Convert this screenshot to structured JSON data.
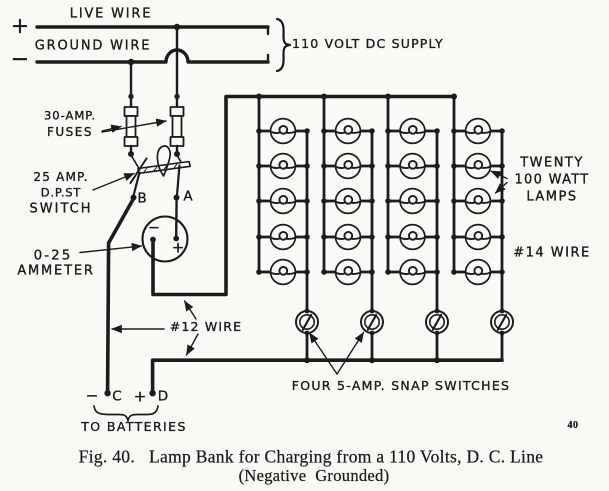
{
  "colors": {
    "ink": "#1c1c1c",
    "paper": "#fbfaf6"
  },
  "supply": {
    "live_wire_label": "LIVE WIRE",
    "ground_wire_label": "GROUND WIRE",
    "live_polarity": "+",
    "ground_polarity": "−",
    "supply_label": "110 VOLT DC SUPPLY"
  },
  "fuses": {
    "label_line1": "30-AMP.",
    "label_line2": "FUSES",
    "count": 2
  },
  "main_switch": {
    "label_line1": "25 AMP.",
    "label_line2": "D.P.ST",
    "label_line3": "SWITCH",
    "terminal_b": "B",
    "terminal_a": "A"
  },
  "ammeter": {
    "label_line1": "0-25",
    "label_line2": "AMMETER",
    "minus_terminal": "−",
    "plus_terminal": "+"
  },
  "lamp_bank": {
    "label_line1": "TWENTY",
    "label_line2": "100 WATT",
    "label_line3": "LAMPS",
    "wire_gauge_label": "#14 WIRE",
    "columns": 4,
    "lamps_per_column": 5
  },
  "snap_switches": {
    "label": "FOUR 5-AMP. SNAP SWITCHES",
    "count": 4
  },
  "battery_connection": {
    "wire_gauge_label": "#12 WIRE",
    "terminal_c_sign": "−",
    "terminal_c": "C",
    "terminal_d_sign": "+",
    "terminal_d": "D",
    "to_batteries_label": "TO BATTERIES"
  },
  "figure": {
    "page_number": "40",
    "caption_line1": "Fig. 40.   Lamp Bank for Charging from a 110 Volts, D. C. Line",
    "caption_line2": "(Negative  Grounded)"
  }
}
